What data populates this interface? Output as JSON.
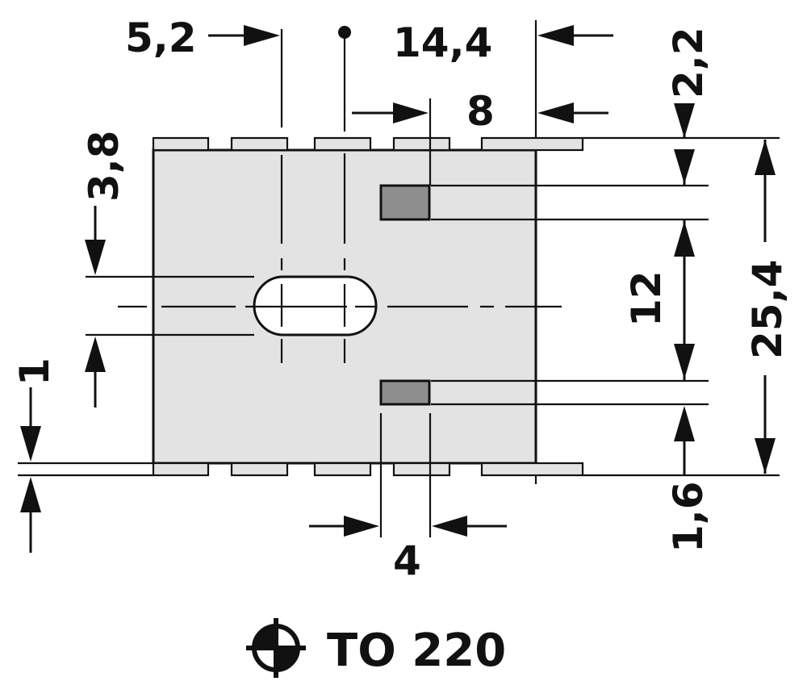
{
  "dimensions": {
    "d_5_2": "5,2",
    "d_14_4": "14,4",
    "d_2_2": "2,2",
    "d_8": "8",
    "d_3_8": "3,8",
    "d_12": "12",
    "d_25_4": "25,4",
    "d_1": "1",
    "d_1_6": "1,6",
    "d_4": "4"
  },
  "caption": {
    "package": "TO 220",
    "symbol": "mounting-symbol-icon"
  },
  "colors": {
    "body_fill": "#e3e3e3",
    "pad_fill": "#8e8e8e",
    "fin_fill": "#e3e3e3",
    "line": "#111111"
  }
}
